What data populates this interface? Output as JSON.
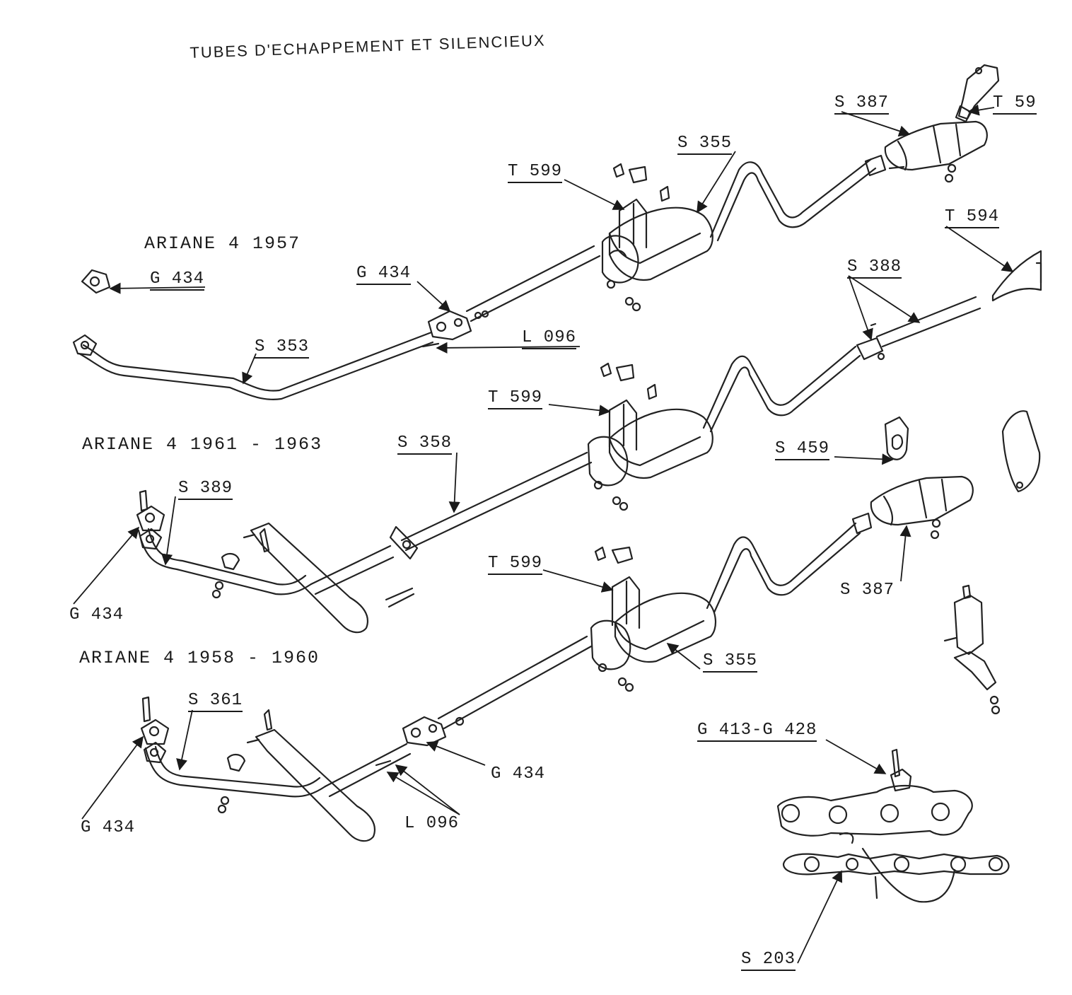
{
  "page": {
    "title": "TUBES D'ECHAPPEMENT ET SILENCIEUX"
  },
  "variants": [
    "ARIANE 4 1957",
    "ARIANE 4 1961 - 1963",
    "ARIANE 4 1958 - 1960"
  ],
  "callouts": {
    "s387_top": "S 387",
    "t59": "T 59",
    "s355_top": "S 355",
    "t599_top": "T 599",
    "t594": "T 594",
    "s388": "S 388",
    "g434_loose": "G 434",
    "g434_mid": "G 434",
    "l096_top": "L 096",
    "s353": "S 353",
    "t599_mid": "T 599",
    "s358": "S 358",
    "s459": "S 459",
    "s389": "S 389",
    "g434_left_mid": "G 434",
    "t599_bot": "T 599",
    "s387_mid": "S 387",
    "s355_bot": "S 355",
    "s361": "S 361",
    "g434_bot": "G 434",
    "l096_bot": "L 096",
    "g434_left_bot": "G 434",
    "g413_g428": "G 413-G 428",
    "s203": "S 203"
  }
}
